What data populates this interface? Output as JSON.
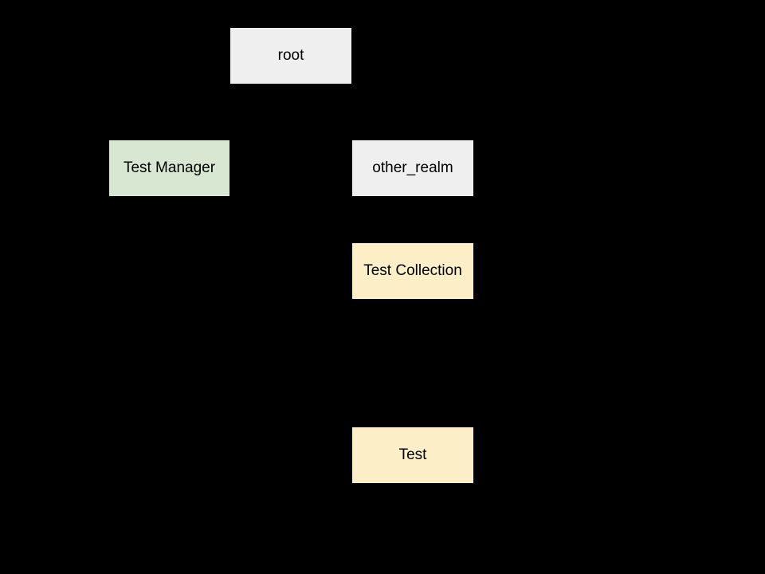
{
  "canvas": {
    "background_color": "#000000",
    "text_color": "#000000"
  },
  "diagram": {
    "type": "tree",
    "nodes": [
      {
        "id": "root",
        "label": "root",
        "fill": "#efefef"
      },
      {
        "id": "test_manager",
        "label": "Test Manager",
        "fill": "#d8e7d2"
      },
      {
        "id": "other_realm",
        "label": "other_realm",
        "fill": "#efefef"
      },
      {
        "id": "test_collection",
        "label": "Test Collection",
        "fill": "#fcefc8"
      },
      {
        "id": "test",
        "label": "Test",
        "fill": "#fcefc8"
      }
    ]
  }
}
